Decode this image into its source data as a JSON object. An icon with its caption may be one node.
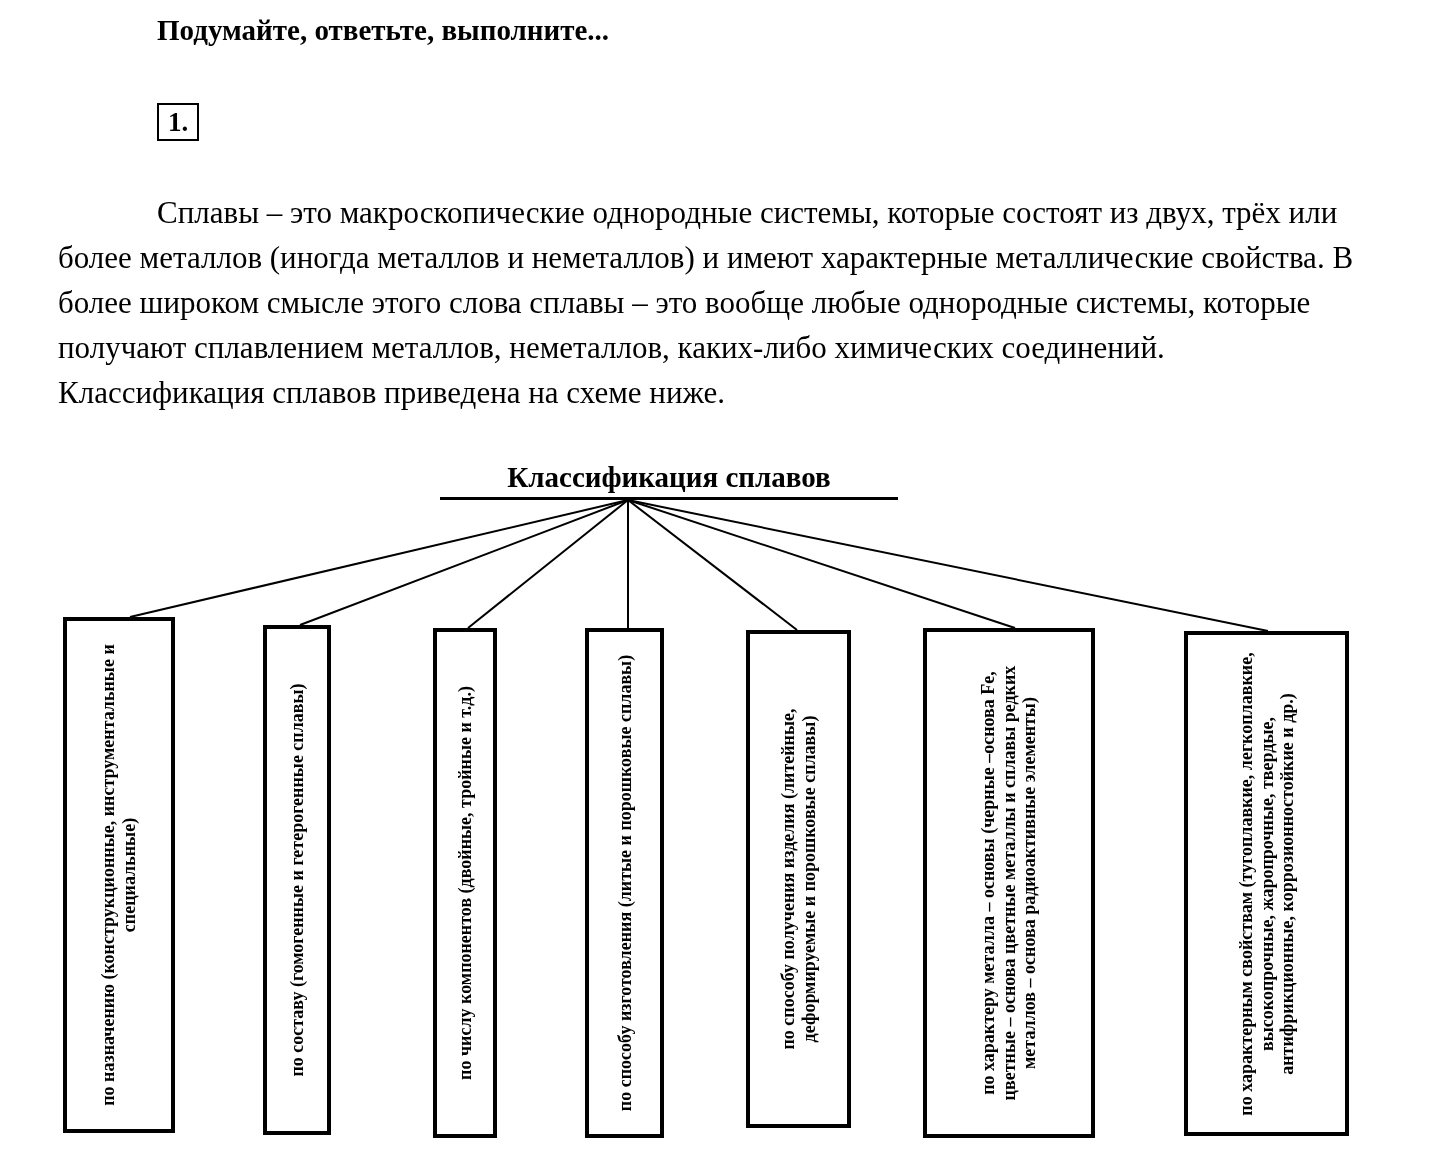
{
  "diagram": {
    "title": "Подумайте, ответьте, выполните...",
    "nodes": [
      {
        "text": [
          "Классификация сплавов"
        ]
      },
      {
        "text": [
          "по назначению (конструкционные, инструментальные и специальные)"
        ]
      },
      {
        "text": [
          "по составу (гомогенные и гетерогенные сплавы)"
        ]
      },
      {
        "text": [
          "по числу компонентов (двойные, тройные и т.д.)"
        ]
      },
      {
        "text": [
          "по способу изготовления (литые и порошковые сплавы)"
        ]
      },
      {
        "text": [
          "по способу получения изделия (литейные, деформируемые и порошковые сплавы)"
        ]
      },
      {
        "text": [
          "по характеру металла – основы (черные –основа Fe, цветные – основа цветные металлы и сплавы редких металлов – основа радиоактивные элементы)"
        ]
      },
      {
        "text": [
          "по характерным свойствам (тугоплавкие, легкоплавкие, высокопрочные, жаропрочные, твердые, антифрикционные, коррозионностойкие и др.)"
        ]
      }
    ],
    "edges": [
      {
        "from": 0,
        "to": 1,
        "arrow": "none"
      },
      {
        "from": 0,
        "to": 2,
        "arrow": "none"
      },
      {
        "from": 0,
        "to": 3,
        "arrow": "none"
      },
      {
        "from": 0,
        "to": 4,
        "arrow": "none"
      },
      {
        "from": 0,
        "to": 5,
        "arrow": "none"
      },
      {
        "from": 0,
        "to": 6,
        "arrow": "none"
      },
      {
        "from": 0,
        "to": 7,
        "arrow": "none"
      }
    ],
    "labels": [
      "1.",
      "Сплавы – это макроскопические однородные системы, которые состоят из двух, трёх или более металлов (иногда металлов и неметаллов) и имеют характерные металлические свойства. В более широком смысле этого слова сплавы – это вообще любые однородные системы, которые получают сплавлением металлов, неметаллов, каких-либо химических соединений. Классификация сплавов приведена на схеме ниже."
    ]
  }
}
